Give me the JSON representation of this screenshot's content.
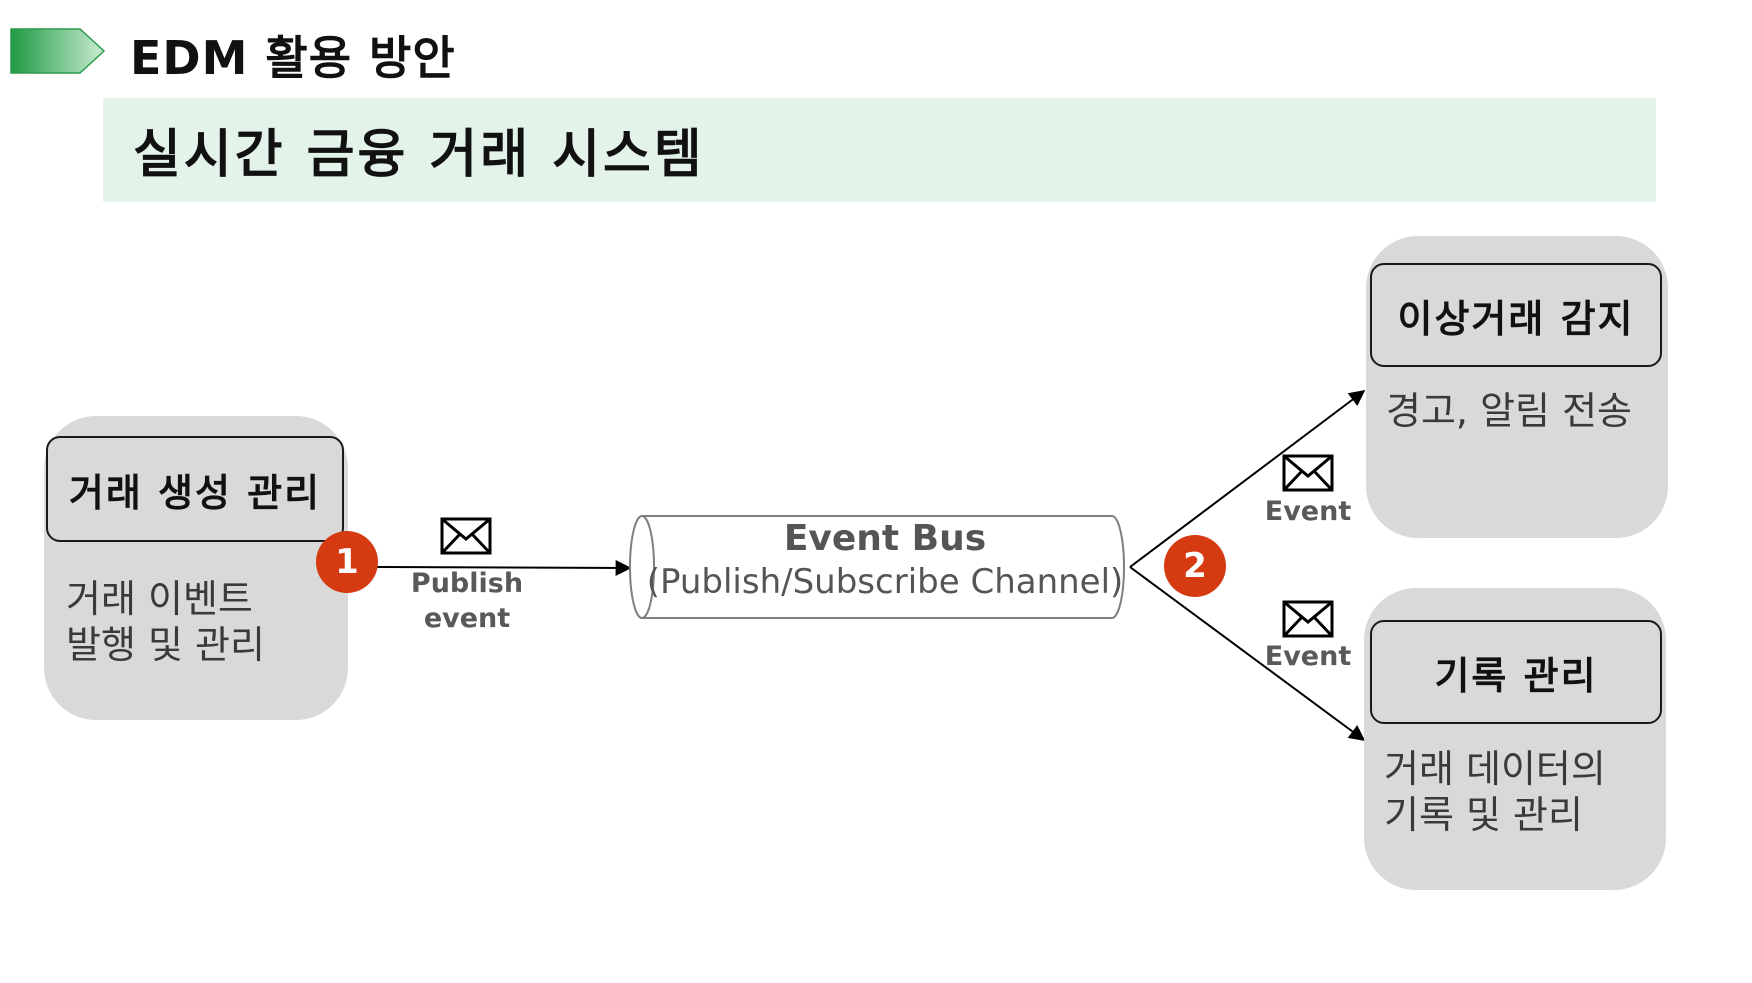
{
  "header": {
    "title": "EDM 활용 방안"
  },
  "subtitle": {
    "text": "실시간 금융 거래 시스템"
  },
  "producer": {
    "title": "거래 생성 관리",
    "desc_line1": "거래 이벤트",
    "desc_line2": "발행 및 관리"
  },
  "step1": {
    "number": "1",
    "label_line1": "Publish",
    "label_line2": "event"
  },
  "bus": {
    "title": "Event Bus",
    "subtitle": "(Publish/Subscribe Channel)"
  },
  "step2": {
    "number": "2",
    "event_upper": "Event",
    "event_lower": "Event"
  },
  "consumer_fraud": {
    "title": "이상거래 감지",
    "desc": "경고, 알림 전송"
  },
  "consumer_record": {
    "title": "기록 관리",
    "desc_line1": "거래 데이터의",
    "desc_line2": "기록 및 관리"
  },
  "icons": {
    "header_marker": "green-arrow-icon",
    "message": "envelope-icon"
  },
  "colors": {
    "accent_green": "#22a046",
    "band_green": "#e4f3e9",
    "badge_red": "#d53a10",
    "panel_gray": "#d9d9d9"
  }
}
